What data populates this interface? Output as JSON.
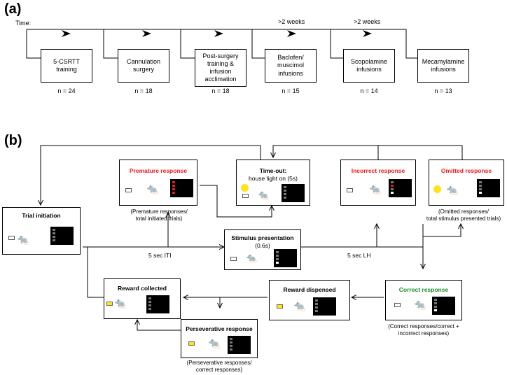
{
  "panel_a": {
    "label": "(a)",
    "time_label": "Time:",
    "stages": [
      {
        "text": "5-CSRTT training",
        "n": "n = 24",
        "above": ""
      },
      {
        "text": "Cannulation surgery",
        "n": "n = 18",
        "above": ""
      },
      {
        "text": "Post-surgery training & infusion acclimation",
        "n": "n = 18",
        "above": ""
      },
      {
        "text": "Baclofen/ muscimol infusions",
        "n": "n = 15",
        "above": ">2 weeks"
      },
      {
        "text": "Scopolamine infusions",
        "n": "n = 14",
        "above": ">2 weeks"
      },
      {
        "text": "Mecamylamine infusions",
        "n": "n = 13",
        "above": ""
      }
    ]
  },
  "panel_b": {
    "label": "(b)",
    "nodes": {
      "trial_initiation": {
        "title": "Trial initiation"
      },
      "premature": {
        "title": "Premature response",
        "caption_1": "(Premature responses/",
        "caption_2": "total initiated trials)"
      },
      "timeout": {
        "title": "Time-out:",
        "sub": "house light on (5s)"
      },
      "incorrect": {
        "title": "Incorrect response"
      },
      "omitted": {
        "title": "Omitted response",
        "caption_1": "(Omitted responses/",
        "caption_2": "total stimulus presented trials)"
      },
      "stimulus": {
        "title": "Stimulus presentation",
        "sub": "(0.6s)"
      },
      "reward_collected": {
        "title": "Reward collected"
      },
      "reward_dispensed": {
        "title": "Reward dispensed"
      },
      "correct": {
        "title": "Correct response",
        "caption_1": "(Correct responses/correct +",
        "caption_2": "incorrect responses)"
      },
      "perseverative": {
        "title": "Perseverative response",
        "caption_1": "(Perseverative responses/",
        "caption_2": "correct responses)"
      }
    },
    "edges": {
      "iti": "5 sec ITI",
      "lh": "5 sec LH"
    },
    "colors": {
      "red": "#e8191c",
      "green": "#1a8a2a",
      "yellow": "#ffe21a"
    }
  }
}
